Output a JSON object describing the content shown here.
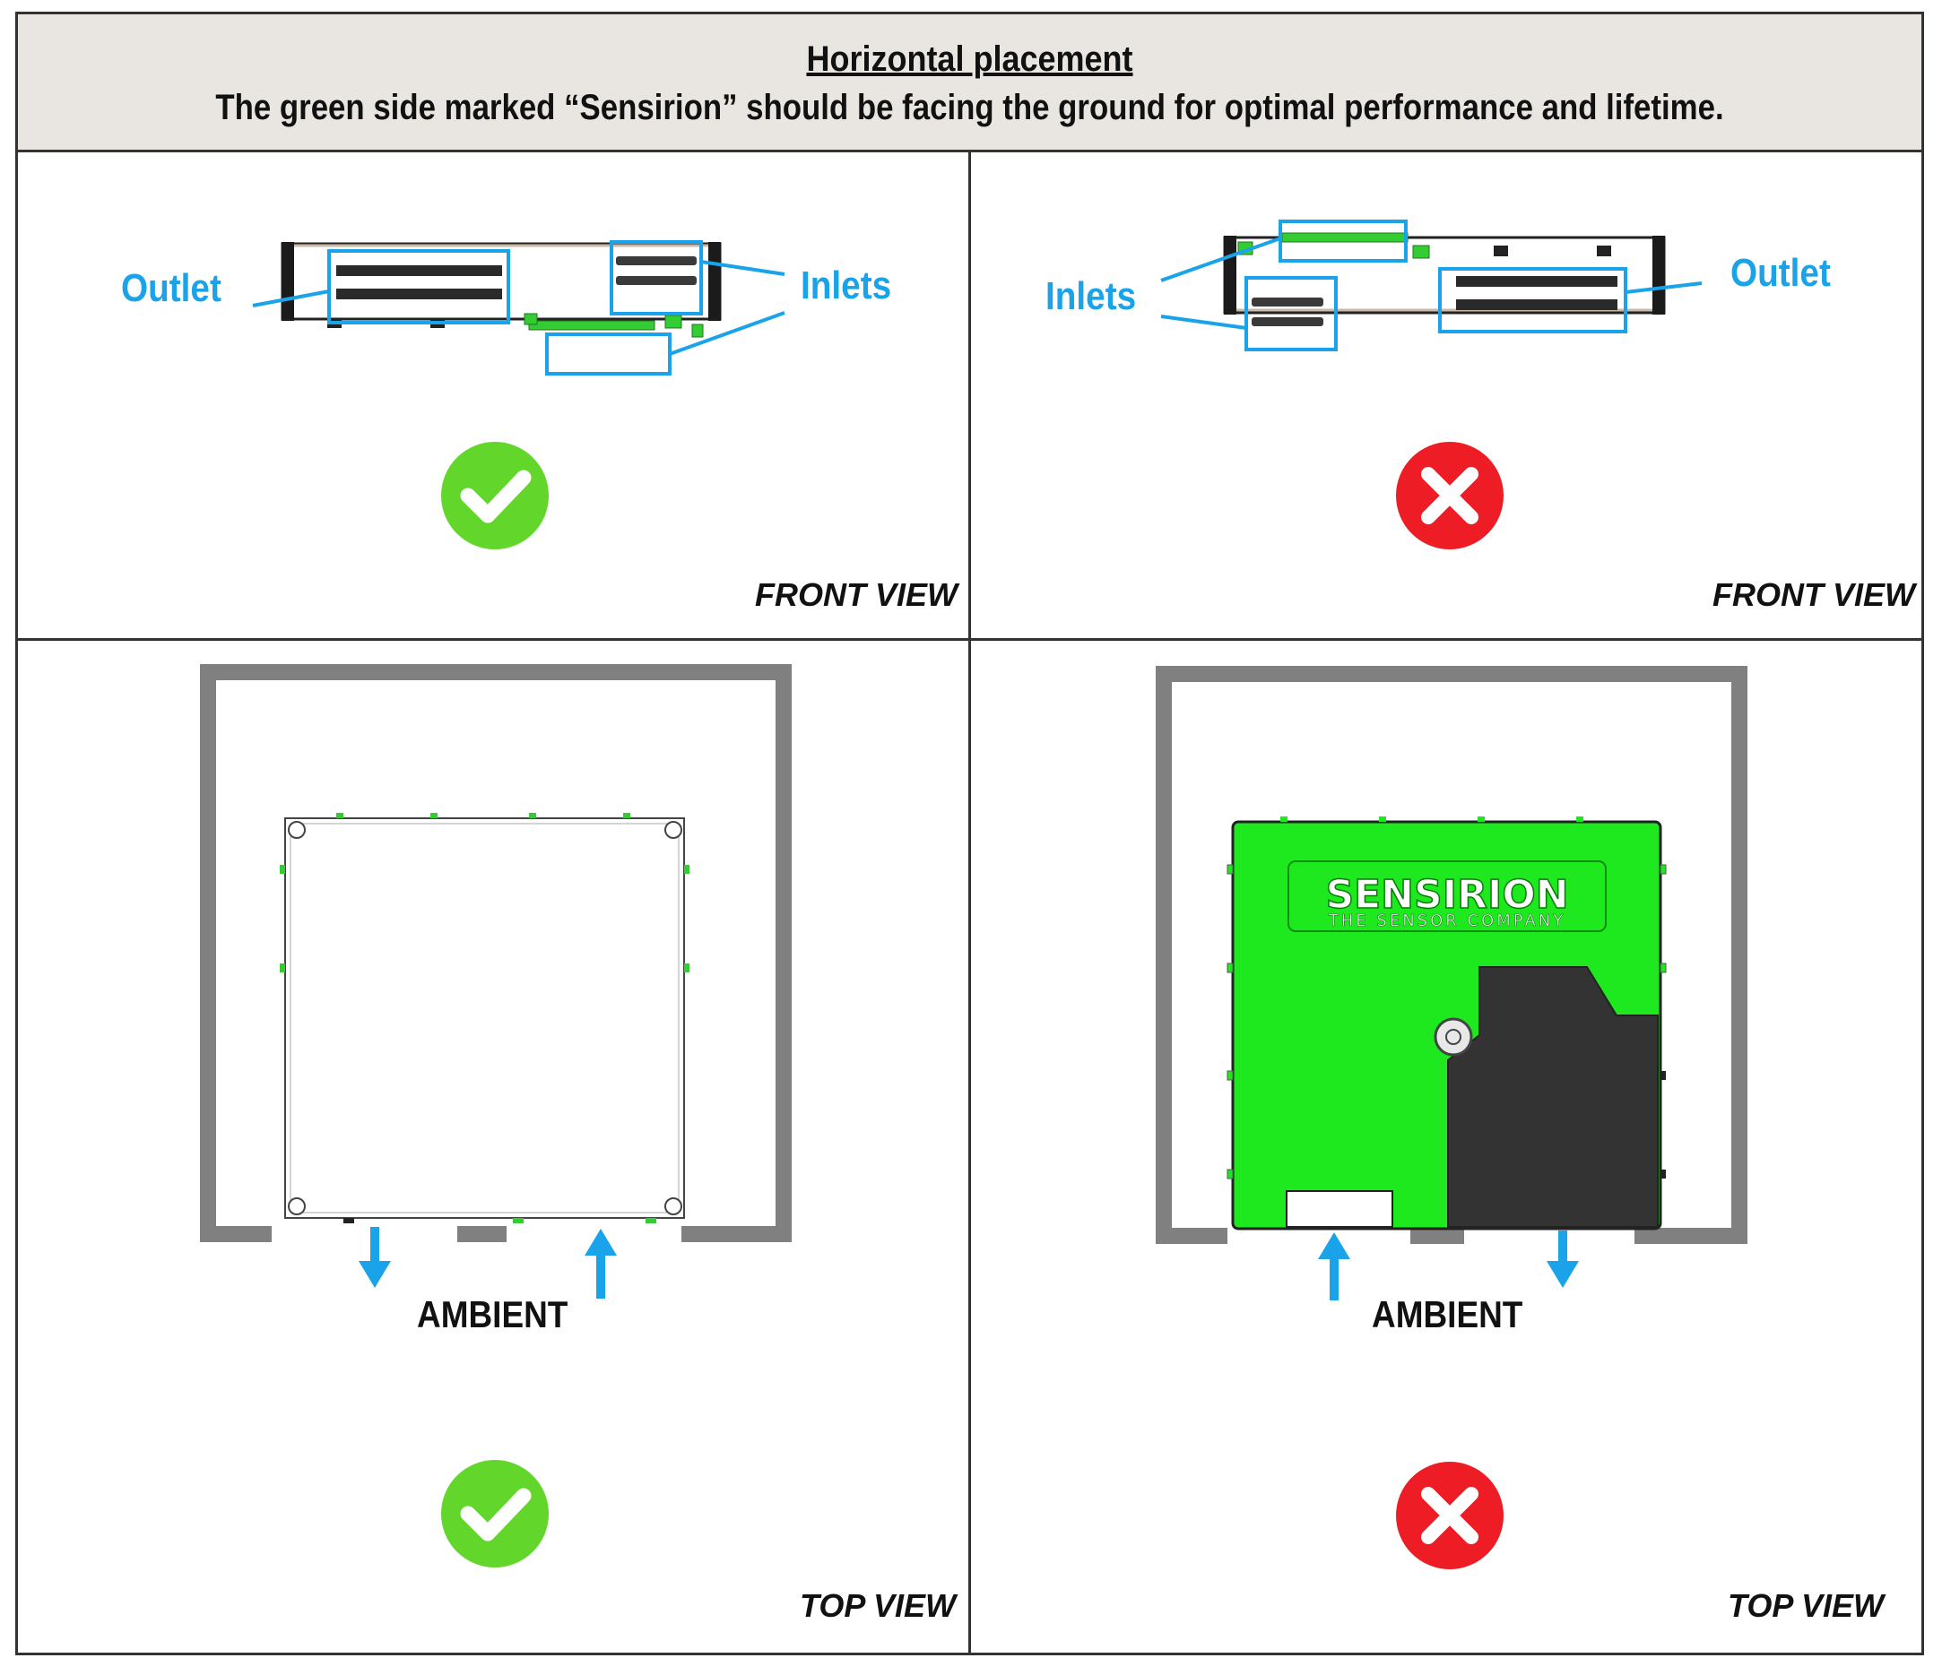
{
  "header": {
    "title": "Horizontal placement",
    "subtitle": "The green side marked “Sensirion” should be facing the ground for optimal performance and lifetime."
  },
  "panels": {
    "top_left": {
      "outlet_label": "Outlet",
      "inlets_label": "Inlets",
      "view_label": "FRONT VIEW",
      "verdict": "correct"
    },
    "top_right": {
      "outlet_label": "Outlet",
      "inlets_label": "Inlets",
      "view_label": "FRONT VIEW",
      "verdict": "incorrect"
    },
    "bottom_left": {
      "ambient_label": "AMBIENT",
      "view_label": "TOP VIEW",
      "verdict": "correct"
    },
    "bottom_right": {
      "ambient_label": "AMBIENT",
      "view_label": "TOP VIEW",
      "verdict": "incorrect",
      "logo_main": "SENSIRION",
      "logo_sub": "THE SENSOR COMPANY"
    }
  },
  "colors": {
    "callout_blue": "#1aa3e8",
    "check_green": "#62d62a",
    "cross_red": "#ee1c24",
    "sensor_green": "#1ee81e",
    "enclosure_grey": "#808080",
    "header_bg": "#e9e5e0"
  },
  "icons": [
    "check-icon",
    "cross-icon",
    "arrow-up-icon",
    "arrow-down-icon"
  ]
}
